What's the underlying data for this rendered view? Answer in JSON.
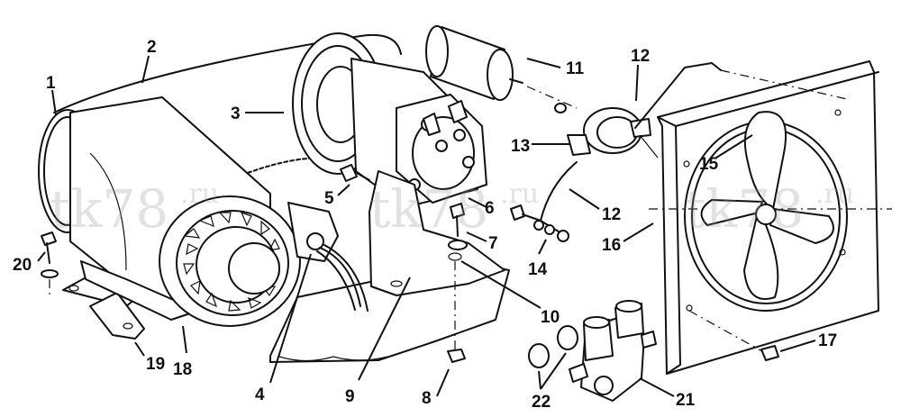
{
  "watermark": {
    "text": "tk78",
    "suffix": ".ru"
  },
  "callouts": [
    {
      "id": "1",
      "label": "1"
    },
    {
      "id": "2",
      "label": "2"
    },
    {
      "id": "3",
      "label": "3"
    },
    {
      "id": "4",
      "label": "4"
    },
    {
      "id": "5",
      "label": "5"
    },
    {
      "id": "6",
      "label": "6"
    },
    {
      "id": "7",
      "label": "7"
    },
    {
      "id": "8",
      "label": "8"
    },
    {
      "id": "9",
      "label": "9"
    },
    {
      "id": "10",
      "label": "10"
    },
    {
      "id": "11",
      "label": "11"
    },
    {
      "id": "12a",
      "label": "12"
    },
    {
      "id": "12b",
      "label": "12"
    },
    {
      "id": "13",
      "label": "13"
    },
    {
      "id": "14",
      "label": "14"
    },
    {
      "id": "15",
      "label": "15"
    },
    {
      "id": "16",
      "label": "16"
    },
    {
      "id": "17",
      "label": "17"
    },
    {
      "id": "18",
      "label": "18"
    },
    {
      "id": "19",
      "label": "19"
    },
    {
      "id": "20",
      "label": "20"
    },
    {
      "id": "21",
      "label": "21"
    },
    {
      "id": "22",
      "label": "22"
    }
  ]
}
